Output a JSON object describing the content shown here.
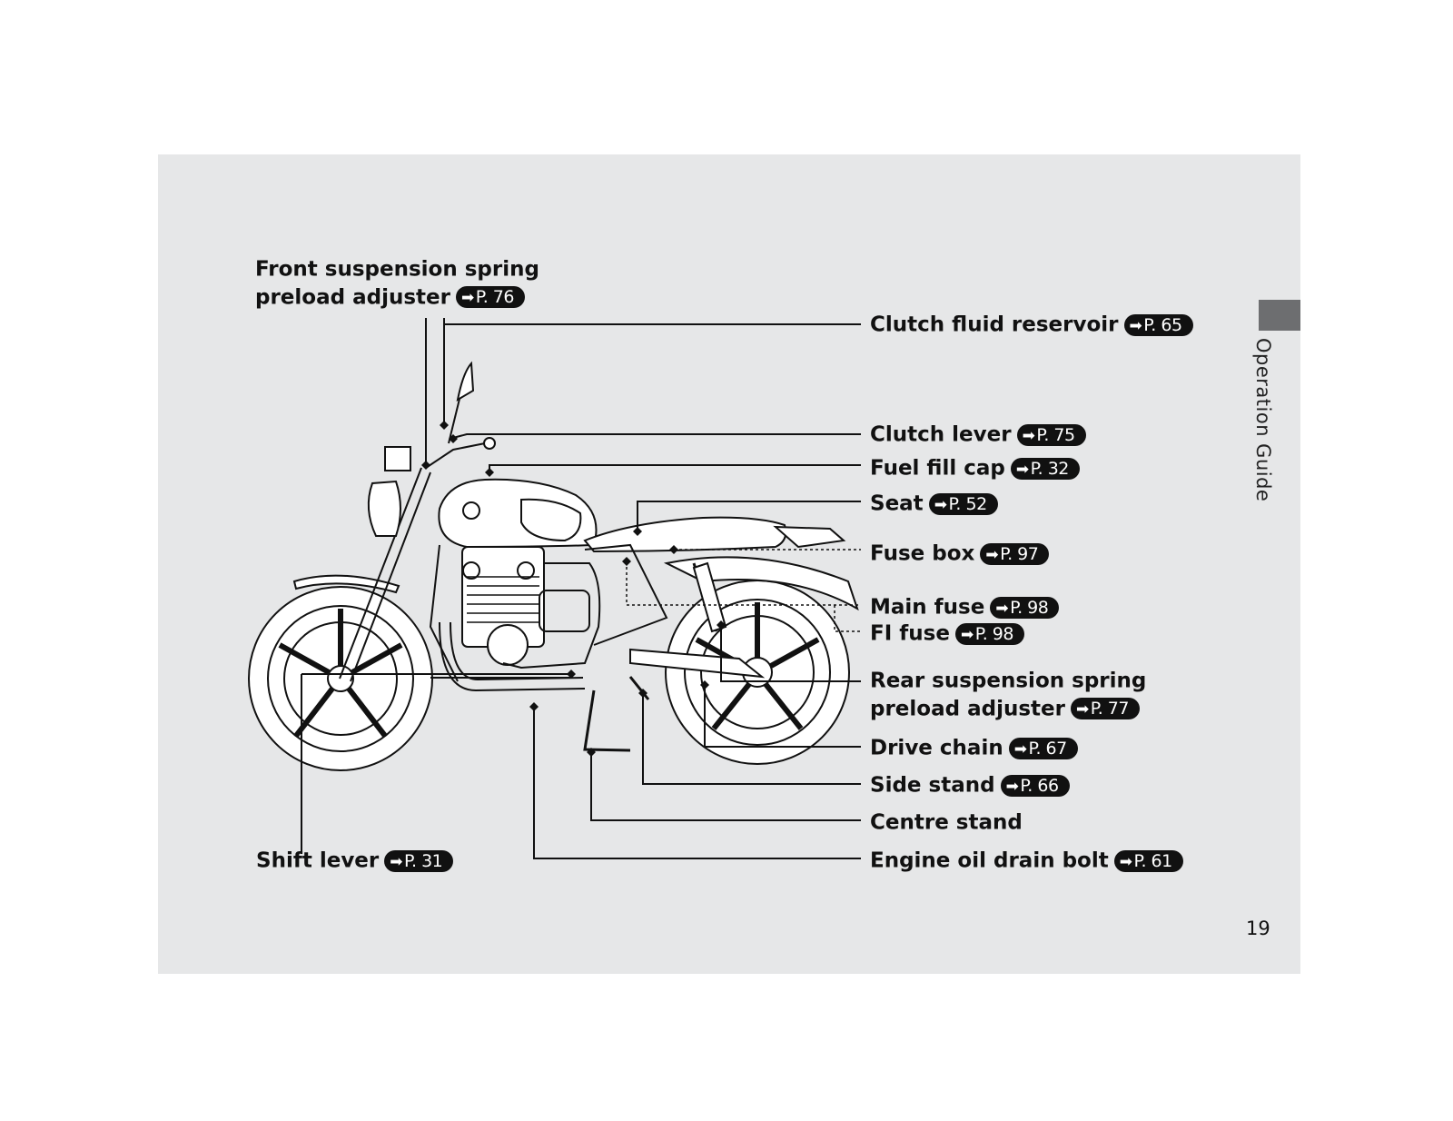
{
  "section_title": "Operation Guide",
  "page_number": "19",
  "labels": {
    "front_suspension": {
      "line1": "Front suspension spring",
      "line2": "preload adjuster",
      "ref": "P. 76"
    },
    "clutch_fluid": {
      "text": "Clutch fluid reservoir",
      "ref": "P. 65"
    },
    "clutch_lever": {
      "text": "Clutch lever",
      "ref": "P. 75"
    },
    "fuel_fill_cap": {
      "text": "Fuel fill cap",
      "ref": "P. 32"
    },
    "seat": {
      "text": "Seat",
      "ref": "P. 52"
    },
    "fuse_box": {
      "text": "Fuse box",
      "ref": "P. 97"
    },
    "main_fuse": {
      "text": "Main fuse",
      "ref": "P. 98"
    },
    "fi_fuse": {
      "text": "FI fuse",
      "ref": "P. 98"
    },
    "rear_suspension": {
      "line1": "Rear suspension spring",
      "line2": "preload adjuster",
      "ref": "P. 77"
    },
    "drive_chain": {
      "text": "Drive chain",
      "ref": "P. 67"
    },
    "side_stand": {
      "text": "Side stand",
      "ref": "P. 66"
    },
    "centre_stand": {
      "text": "Centre stand"
    },
    "engine_oil": {
      "text": "Engine oil drain bolt",
      "ref": "P. 61"
    },
    "shift_lever": {
      "text": "Shift lever",
      "ref": "P. 31"
    }
  },
  "colors": {
    "panel": "#e6e7e8",
    "tab": "#6d6e70",
    "ink": "#111111"
  },
  "icons": {
    "reference": "arrow-right-icon"
  }
}
